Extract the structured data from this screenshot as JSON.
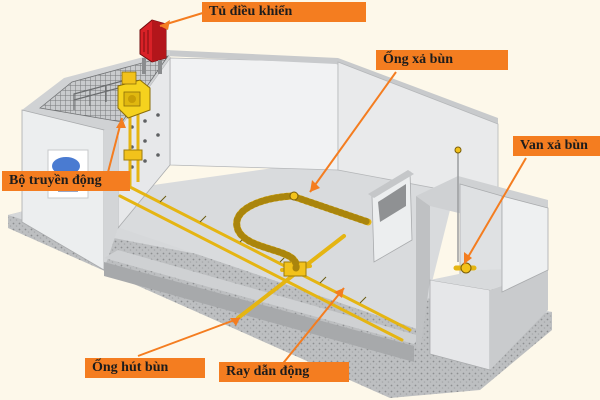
{
  "labels": {
    "control_cabinet": "Tủ điều khiển",
    "sludge_outlet_pipe": "Ống xả bùn",
    "sludge_valve": "Van xả bùn",
    "drive_unit": "Bộ truyền động",
    "sludge_suction_pipe": "Ống hút bùn",
    "drive_rail": "Ray dẫn động"
  },
  "colors": {
    "label_bg": "#f47d20",
    "pipe": "#f2c21b",
    "concrete": "#e4e6e8",
    "background": "#fdf8ea",
    "cabinet": "#d92127"
  }
}
